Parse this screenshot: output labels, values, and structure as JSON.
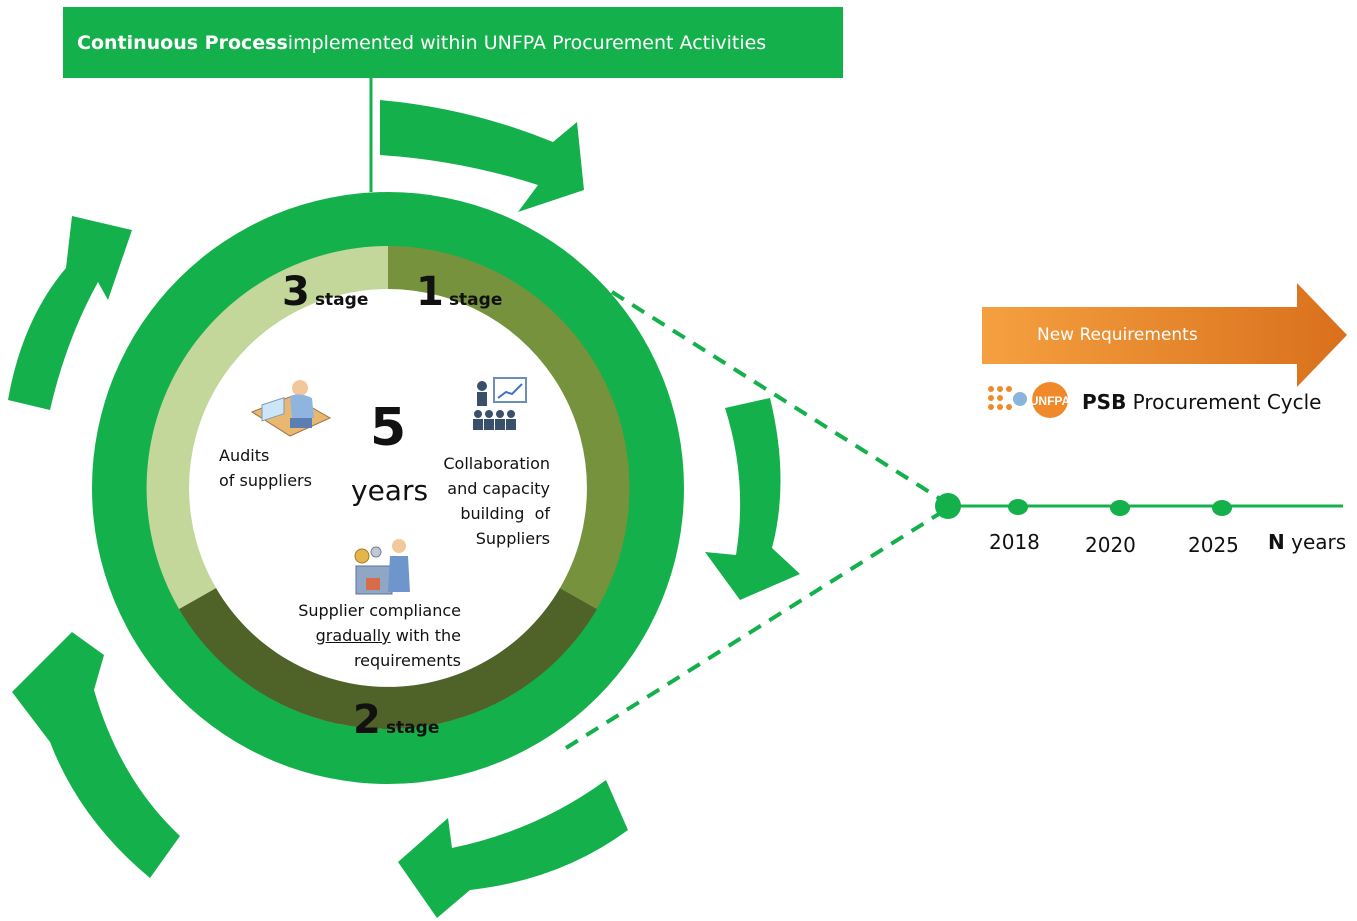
{
  "banner": {
    "bold": "Continuous Process",
    "rest": " implemented within UNFPA Procurement Activities"
  },
  "center": {
    "number": "5",
    "unit": "years"
  },
  "stages": {
    "one": {
      "number": "1",
      "word": "stage"
    },
    "two": {
      "number": "2",
      "word": "stage"
    },
    "three": {
      "number": "3",
      "word": "stage"
    }
  },
  "activities": {
    "audits": [
      "Audits",
      "of suppliers"
    ],
    "collaboration": [
      "Collaboration",
      "and capacity",
      "building  of",
      "Suppliers"
    ],
    "compliance": {
      "line1": "Supplier compliance",
      "line2_underlined": "gradually",
      "line2_rest": " with the",
      "line3": "requirements"
    }
  },
  "new_requirements": "New Requirements",
  "logo_text": "UNFPA",
  "cycle": {
    "bold": "PSB",
    "rest": " Procurement Cycle"
  },
  "timeline": {
    "years": [
      "2018",
      "2020",
      "2025"
    ],
    "end_bold": "N",
    "end_rest": " years"
  },
  "colors": {
    "green": "#14b04c",
    "stage_light": "#c4d79b",
    "stage_mid": "#76923c",
    "stage_dark": "#4f6228",
    "orange": "#f0892a"
  },
  "icons": [
    "audit-desk-icon",
    "presentation-icon",
    "compliance-machine-icon",
    "unfpa-logo-icon"
  ]
}
